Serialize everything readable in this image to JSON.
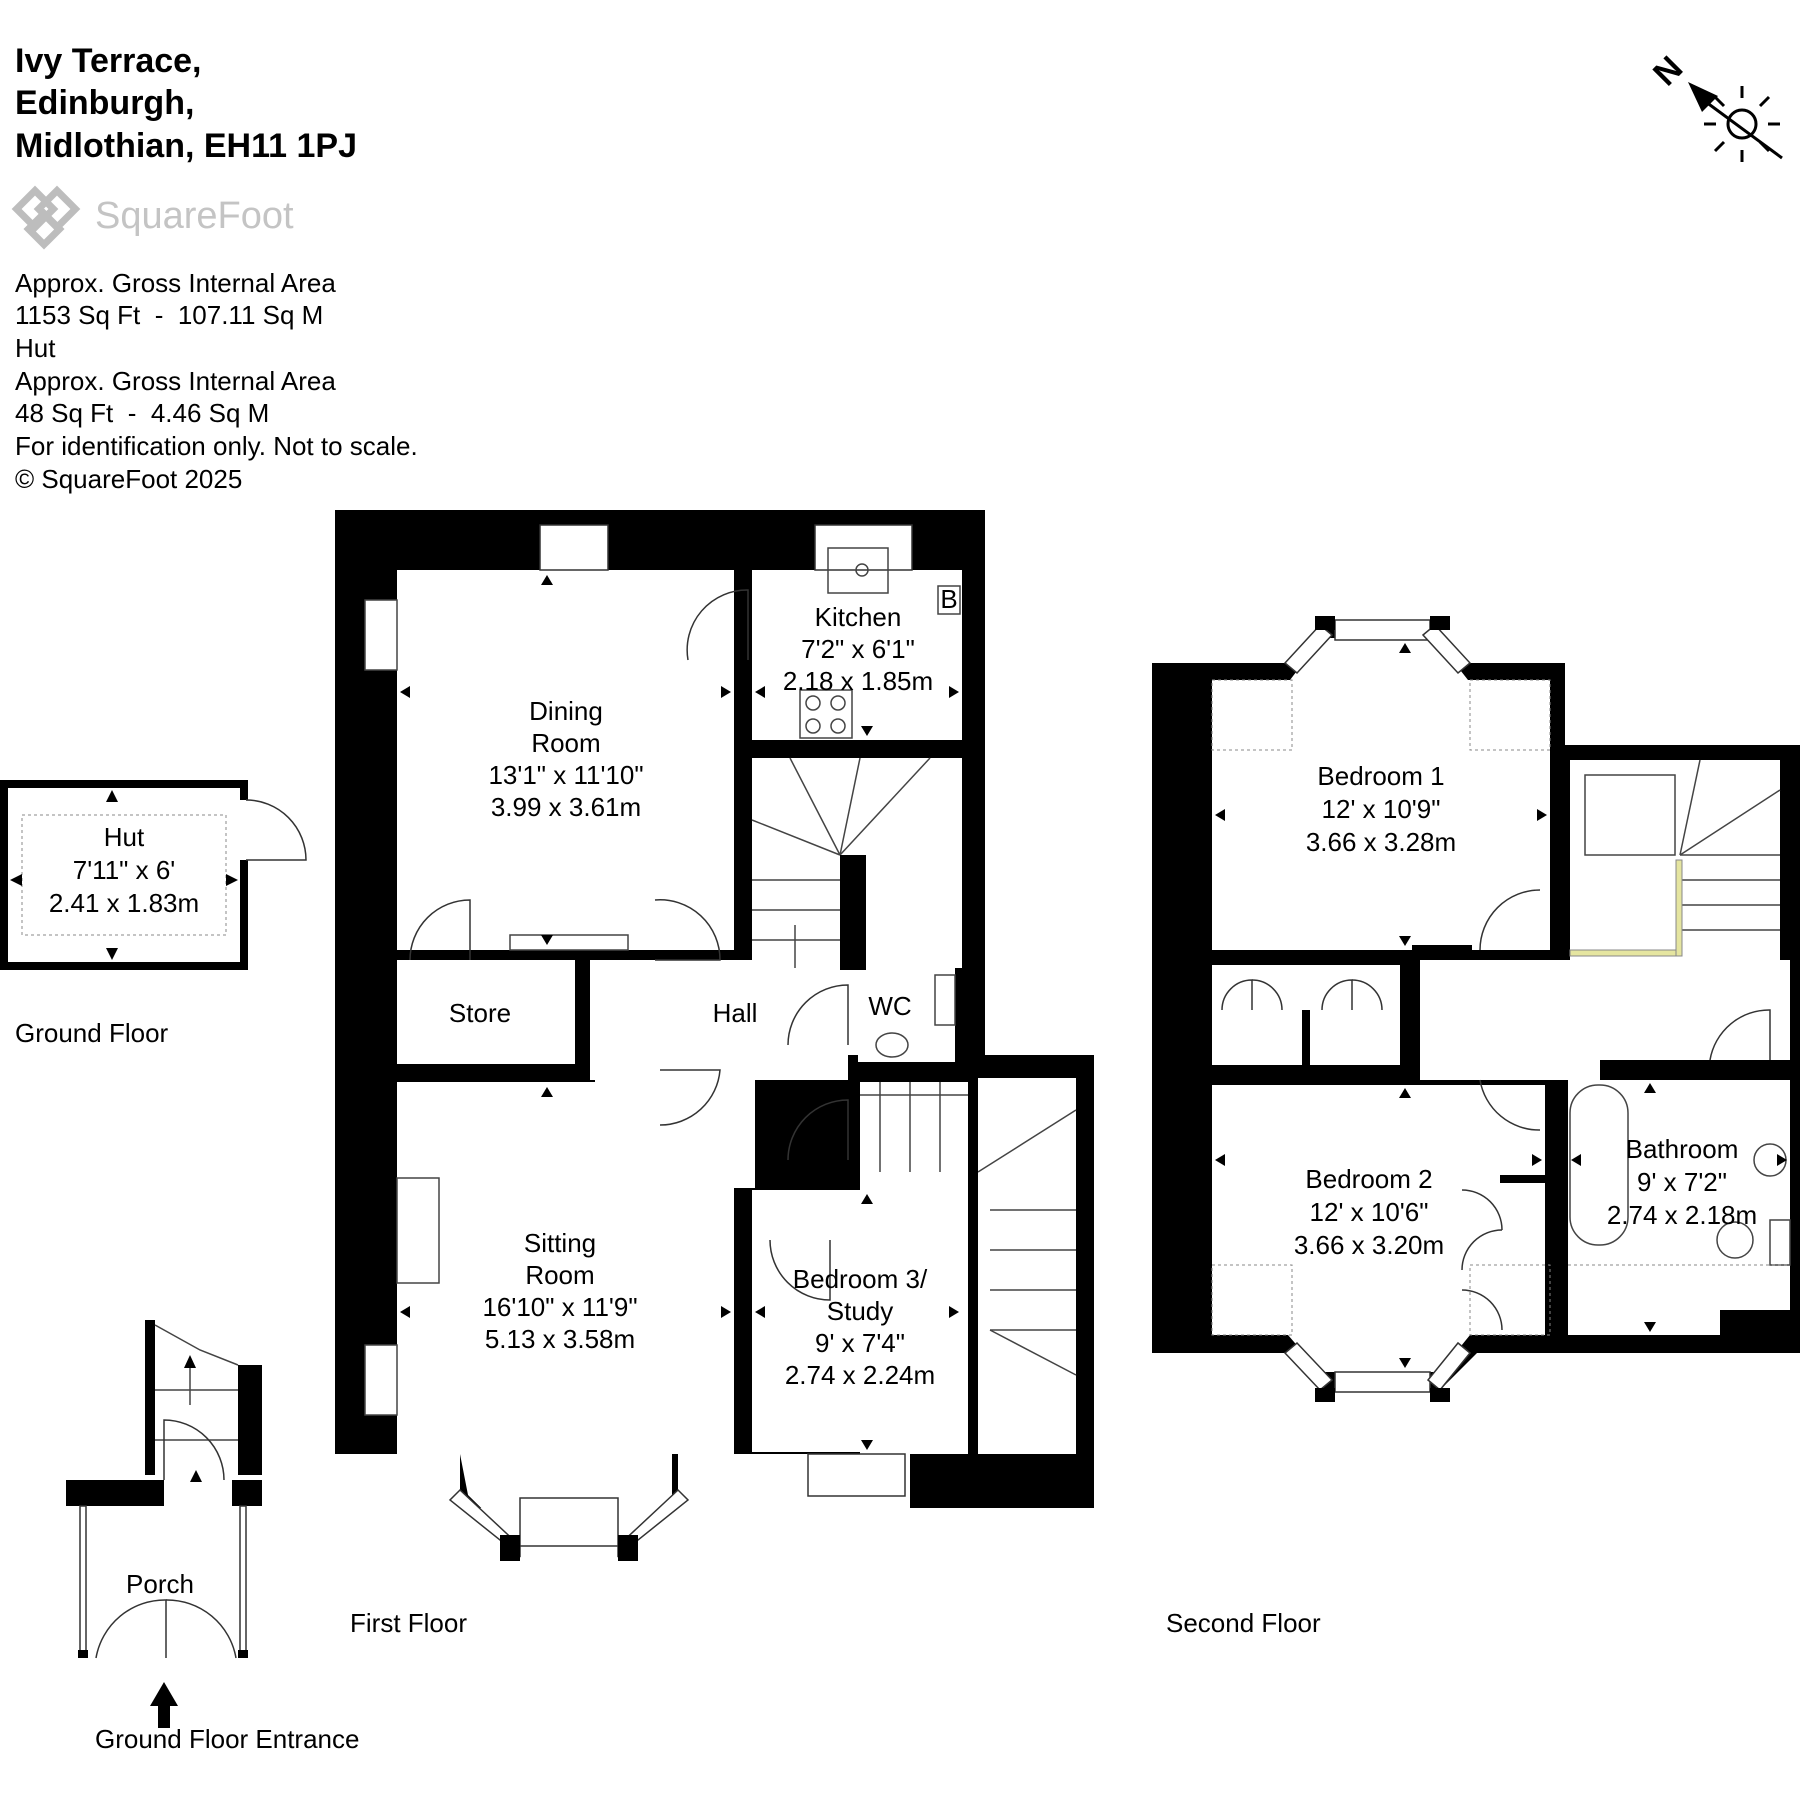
{
  "header": {
    "address_line1": "Ivy Terrace,",
    "address_line2": "Edinburgh,",
    "address_line3": "Midlothian, EH11 1PJ",
    "logo_text": "SquareFoot",
    "area_label": "Approx. Gross Internal Area",
    "area_value": "1153 Sq Ft  -  107.11 Sq M",
    "hut_label": "Hut",
    "hut_area_label": "Approx. Gross Internal Area",
    "hut_area_value": "48 Sq Ft  -  4.46 Sq M",
    "disclaimer": "For identification only. Not to scale.",
    "copyright": "© SquareFoot 2025"
  },
  "compass": {
    "north_label": "N"
  },
  "floors": {
    "ground": "Ground Floor",
    "first": "First Floor",
    "second": "Second Floor",
    "entrance": "Ground Floor Entrance"
  },
  "rooms": {
    "hut": {
      "name": "Hut",
      "imperial": "7'11\" x 6'",
      "metric": "2.41 x 1.83m"
    },
    "porch": {
      "name": "Porch"
    },
    "dining": {
      "name1": "Dining",
      "name2": "Room",
      "imperial": "13'1\" x 11'10\"",
      "metric": "3.99 x 3.61m"
    },
    "kitchen": {
      "name": "Kitchen",
      "imperial": "7'2\" x 6'1\"",
      "metric": "2.18 x 1.85m",
      "boiler": "B"
    },
    "store": {
      "name": "Store"
    },
    "hall": {
      "name": "Hall"
    },
    "wc": {
      "name": "WC"
    },
    "sitting": {
      "name1": "Sitting",
      "name2": "Room",
      "imperial": "16'10\" x 11'9\"",
      "metric": "5.13 x 3.58m"
    },
    "bedroom3": {
      "name1": "Bedroom 3/",
      "name2": "Study",
      "imperial": "9' x 7'4\"",
      "metric": "2.74 x 2.24m"
    },
    "bedroom1": {
      "name": "Bedroom 1",
      "imperial": "12' x 10'9\"",
      "metric": "3.66 x 3.28m"
    },
    "bedroom2": {
      "name": "Bedroom 2",
      "imperial": "12' x 10'6\"",
      "metric": "3.66 x 3.20m"
    },
    "bathroom": {
      "name": "Bathroom",
      "imperial": "9' x 7'2\"",
      "metric": "2.74 x 2.18m"
    }
  },
  "colors": {
    "wall": "#000000",
    "logo": "#bdbdbd",
    "background": "#ffffff"
  }
}
